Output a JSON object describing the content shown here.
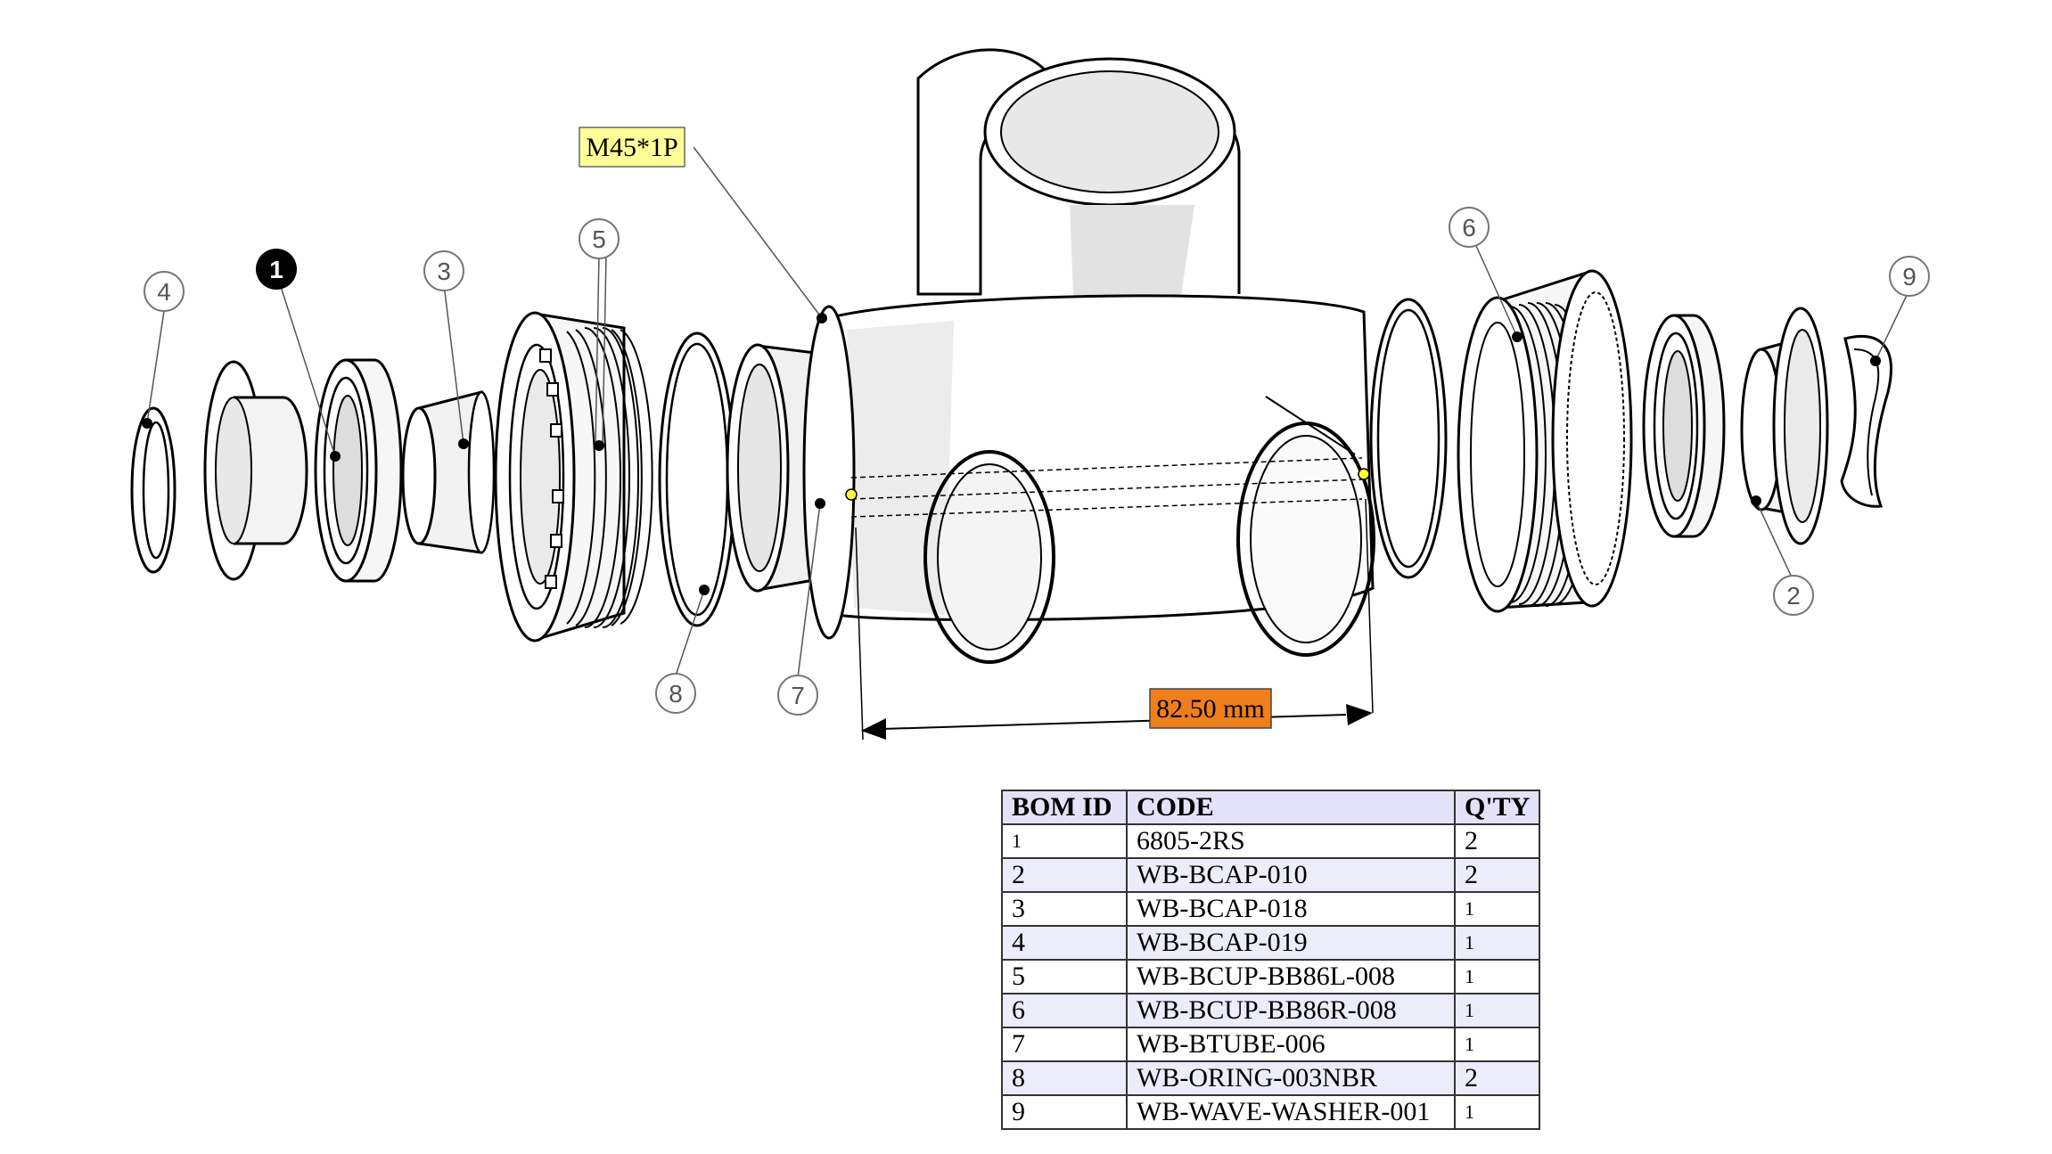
{
  "notes": {
    "thread_spec": "M45*1P",
    "dimension": "82.50 mm"
  },
  "callouts": [
    "1",
    "2",
    "3",
    "4",
    "5",
    "6",
    "7",
    "8",
    "9"
  ],
  "bom": {
    "headers": [
      "BOM ID",
      "CODE",
      "Q'TY"
    ],
    "rows": [
      {
        "id": "1",
        "code": "6805-2RS",
        "qty": "2"
      },
      {
        "id": "2",
        "code": "WB-BCAP-010",
        "qty": "2"
      },
      {
        "id": "3",
        "code": "WB-BCAP-018",
        "qty": "1"
      },
      {
        "id": "4",
        "code": "WB-BCAP-019",
        "qty": "1"
      },
      {
        "id": "5",
        "code": "WB-BCUP-BB86L-008",
        "qty": "1"
      },
      {
        "id": "6",
        "code": "WB-BCUP-BB86R-008",
        "qty": "1"
      },
      {
        "id": "7",
        "code": "WB-BTUBE-006",
        "qty": "1"
      },
      {
        "id": "8",
        "code": "WB-ORING-003NBR",
        "qty": "2"
      },
      {
        "id": "9",
        "code": "WB-WAVE-WASHER-001",
        "qty": "1"
      }
    ]
  },
  "colors": {
    "thread_label_bg": "#ffff99",
    "dimension_label_bg": "#f07f1b",
    "table_header_bg": "#e4e2f8",
    "table_alt_row_bg": "#ececfb"
  }
}
